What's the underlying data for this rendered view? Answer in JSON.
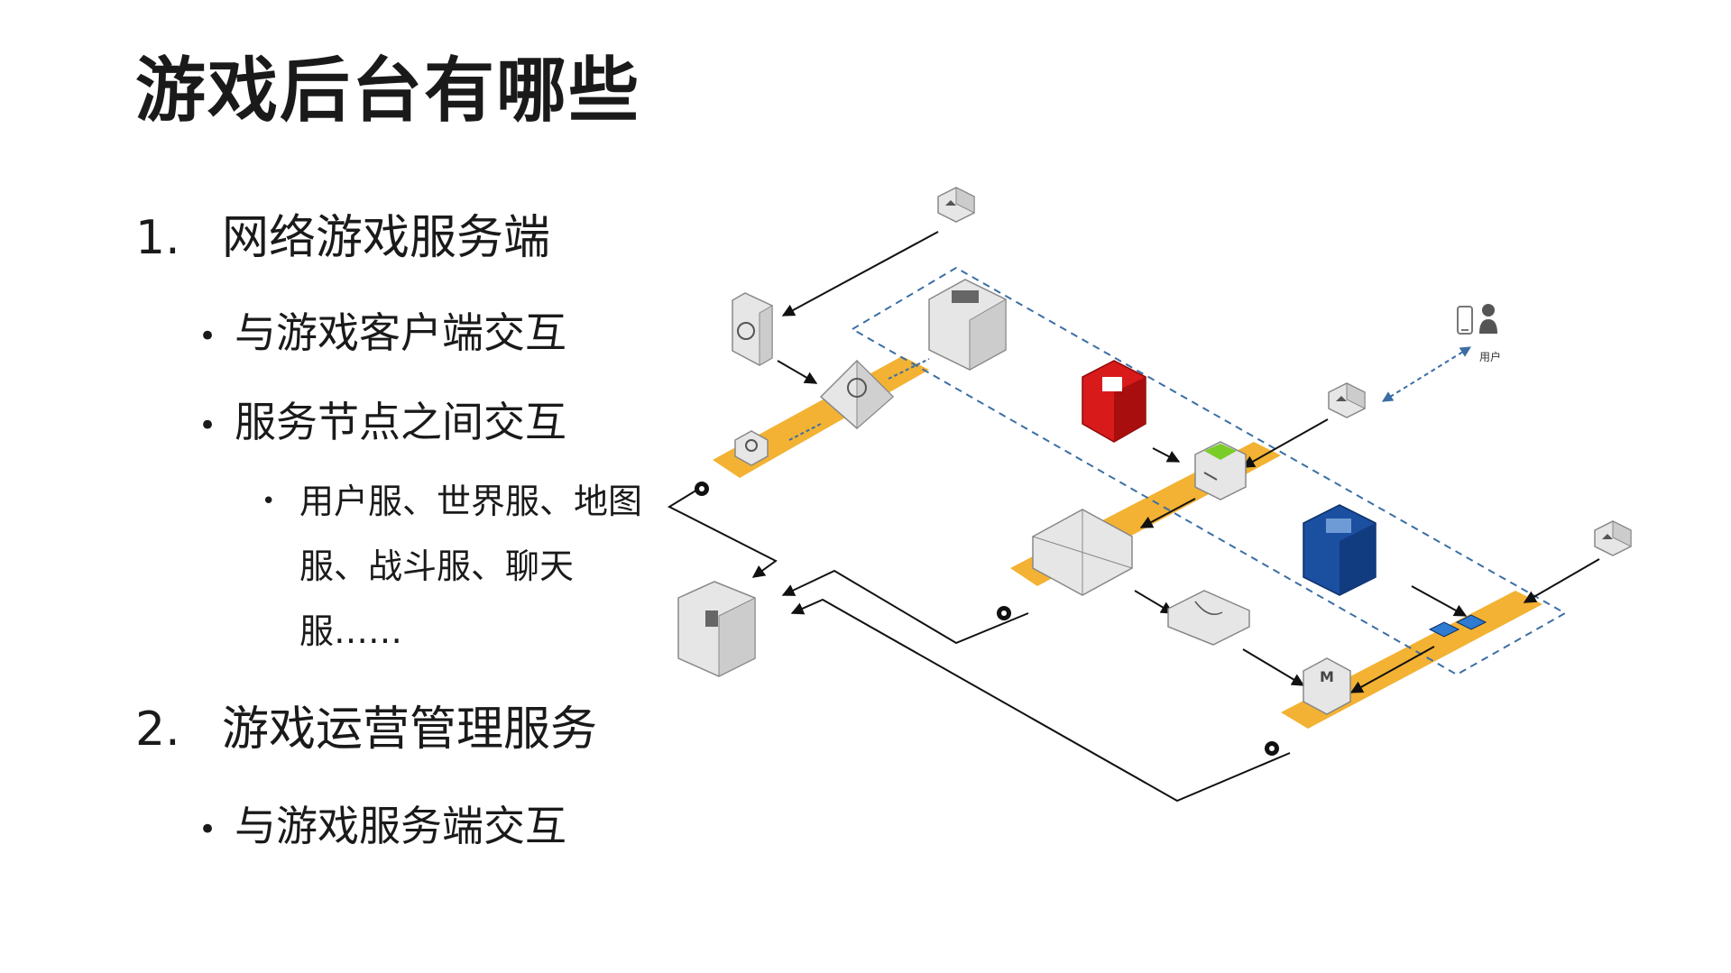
{
  "slide": {
    "title": "游戏后台有哪些",
    "items": [
      {
        "number": "1.",
        "label": "网络游戏服务端",
        "children": [
          {
            "label": "与游戏客户端交互"
          },
          {
            "label": "服务节点之间交互",
            "children": [
              {
                "label": "用户服、世界服、地图服、战斗服、聊天服……"
              }
            ]
          }
        ]
      },
      {
        "number": "2.",
        "label": "游戏运营管理服务",
        "children": [
          {
            "label": "与游戏服务端交互"
          }
        ]
      }
    ]
  },
  "diagram": {
    "user_label": "用户",
    "colors": {
      "lane": "#F3B233",
      "red_db": "#D91A1A",
      "blue_db": "#1B4FA0",
      "green_top": "#7ACC29",
      "dashed_border": "#3B6EA5",
      "node_grey": "#E6E6E6",
      "line": "#111111"
    },
    "icons": [
      "cloud-front-icon",
      "server-icon",
      "load-balancer-icon",
      "cache-icon",
      "database-icon",
      "queue-icon",
      "storage-icon",
      "monitor-icon",
      "phone-icon",
      "user-icon"
    ]
  }
}
